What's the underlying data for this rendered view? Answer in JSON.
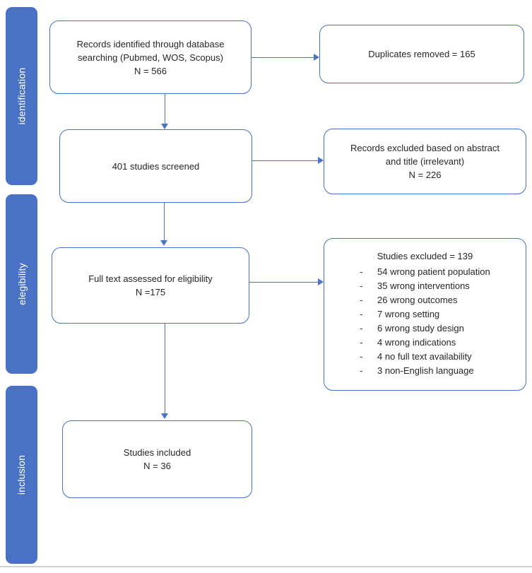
{
  "colors": {
    "accent_blue": "#4472C4",
    "sidebar_fill": "#4a72c4",
    "sidebar_text": "#ffffff",
    "box_border": "#4472C4",
    "arrow": "#4b74c9",
    "text": "#262626",
    "bottom_rule": "#d0d0d0"
  },
  "sidebar": {
    "items": [
      {
        "label": "identification"
      },
      {
        "label": "elegibility"
      },
      {
        "label": "inclusion"
      }
    ]
  },
  "flow": {
    "records_identified": {
      "lines": [
        "Records identified through database",
        "searching (Pubmed, WOS, Scopus)",
        "N = 566"
      ]
    },
    "duplicates_removed": {
      "lines": [
        "Duplicates removed = 165"
      ]
    },
    "studies_screened": {
      "lines": [
        "401 studies screened"
      ]
    },
    "records_excluded": {
      "lines": [
        "Records excluded based on abstract",
        "and title (irrelevant)",
        "N = 226"
      ]
    },
    "full_text_assessed": {
      "lines": [
        "Full text assessed for eligibility",
        "N =175"
      ]
    },
    "studies_excluded": {
      "title": "Studies excluded = 139",
      "bullet": "-",
      "items": [
        "54 wrong patient population",
        "35 wrong interventions",
        "26 wrong outcomes",
        "7 wrong setting",
        "6 wrong study design",
        "4 wrong indications",
        "4 no full text availability",
        "3 non-English language"
      ]
    },
    "studies_included": {
      "lines": [
        "Studies included",
        "N = 36"
      ]
    }
  }
}
